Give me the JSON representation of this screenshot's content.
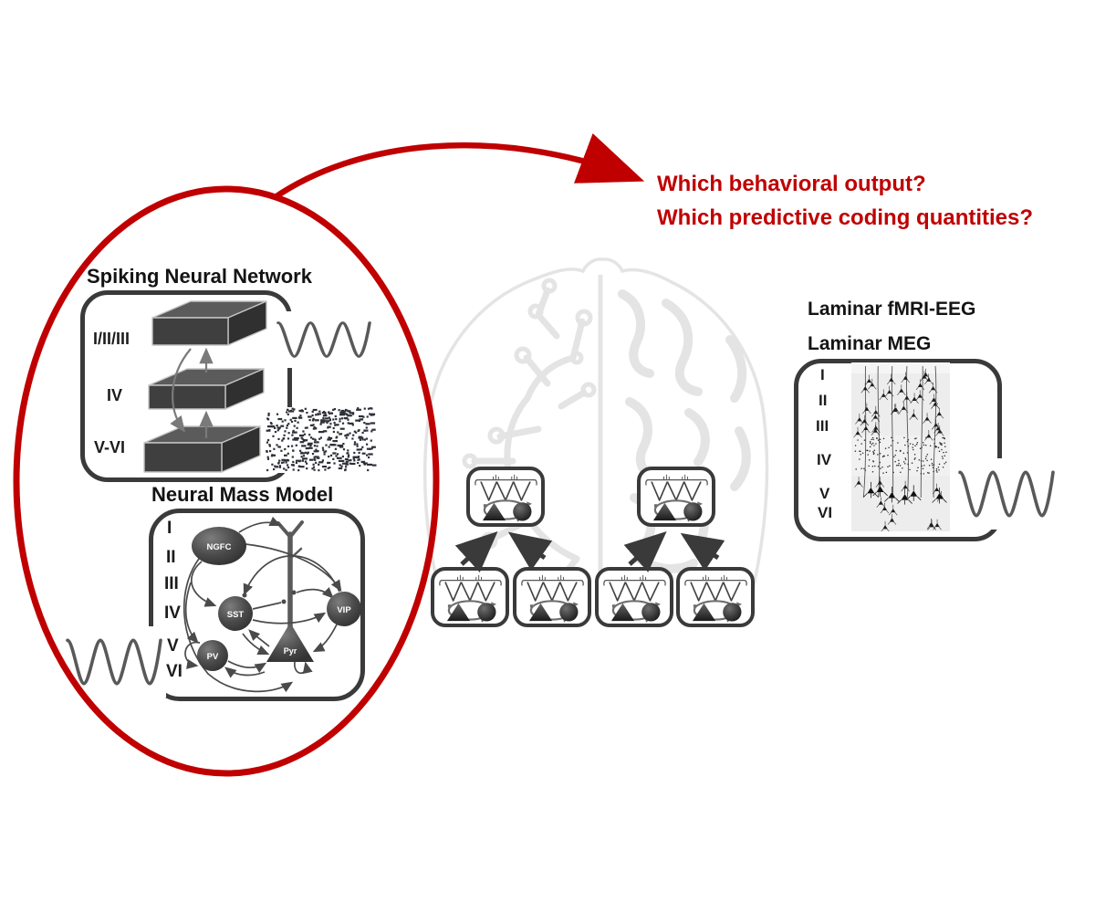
{
  "questions": {
    "line1": "Which behavioral output?",
    "line2": "Which predictive coding quantities?"
  },
  "snn": {
    "title": "Spiking Neural Network",
    "layer_labels": [
      "I/II/III",
      "IV",
      "V-VI"
    ]
  },
  "nmm": {
    "title": "Neural Mass Model",
    "layer_labels": [
      "I",
      "II",
      "III",
      "IV",
      "V",
      "VI"
    ],
    "nodes": {
      "ngfc": "NGFC",
      "sst": "SST",
      "vip": "VIP",
      "pv": "PV",
      "pyr": "Pyr"
    }
  },
  "laminar": {
    "title_line1": "Laminar fMRI-EEG",
    "title_line2": "Laminar MEG",
    "layer_labels": [
      "I",
      "II",
      "III",
      "IV",
      "V",
      "VI"
    ]
  },
  "colors": {
    "accent_red": "#C00000",
    "outline_dark": "#3A3A3A",
    "wave_gray": "#595959",
    "brain_gray": "#E4E4E4"
  }
}
